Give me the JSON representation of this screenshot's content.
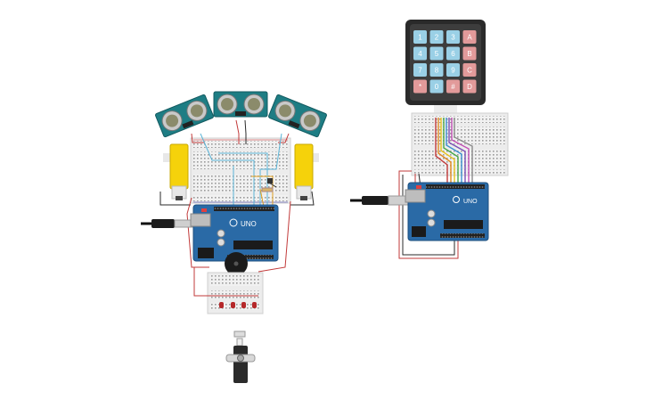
{
  "keypad": {
    "keys": [
      {
        "label": "1",
        "kind": "num"
      },
      {
        "label": "2",
        "kind": "num"
      },
      {
        "label": "3",
        "kind": "num"
      },
      {
        "label": "A",
        "kind": "letter"
      },
      {
        "label": "4",
        "kind": "num"
      },
      {
        "label": "5",
        "kind": "num"
      },
      {
        "label": "6",
        "kind": "num"
      },
      {
        "label": "B",
        "kind": "letter"
      },
      {
        "label": "7",
        "kind": "num"
      },
      {
        "label": "8",
        "kind": "num"
      },
      {
        "label": "9",
        "kind": "num"
      },
      {
        "label": "C",
        "kind": "letter"
      },
      {
        "label": "*",
        "kind": "letter"
      },
      {
        "label": "0",
        "kind": "num"
      },
      {
        "label": "#",
        "kind": "letter"
      },
      {
        "label": "D",
        "kind": "letter"
      }
    ]
  },
  "boards": {
    "left_label": "UNO",
    "right_label": "UNO"
  },
  "colors": {
    "board_blue": "#2a6aa6",
    "keypad_blue": "#9ad0e6",
    "keypad_red": "#e29a9a",
    "motor_yellow": "#f5d20b",
    "sensor_teal": "#1e7d84",
    "wire_red": "#c23a3a",
    "wire_black": "#2a2a2a"
  }
}
